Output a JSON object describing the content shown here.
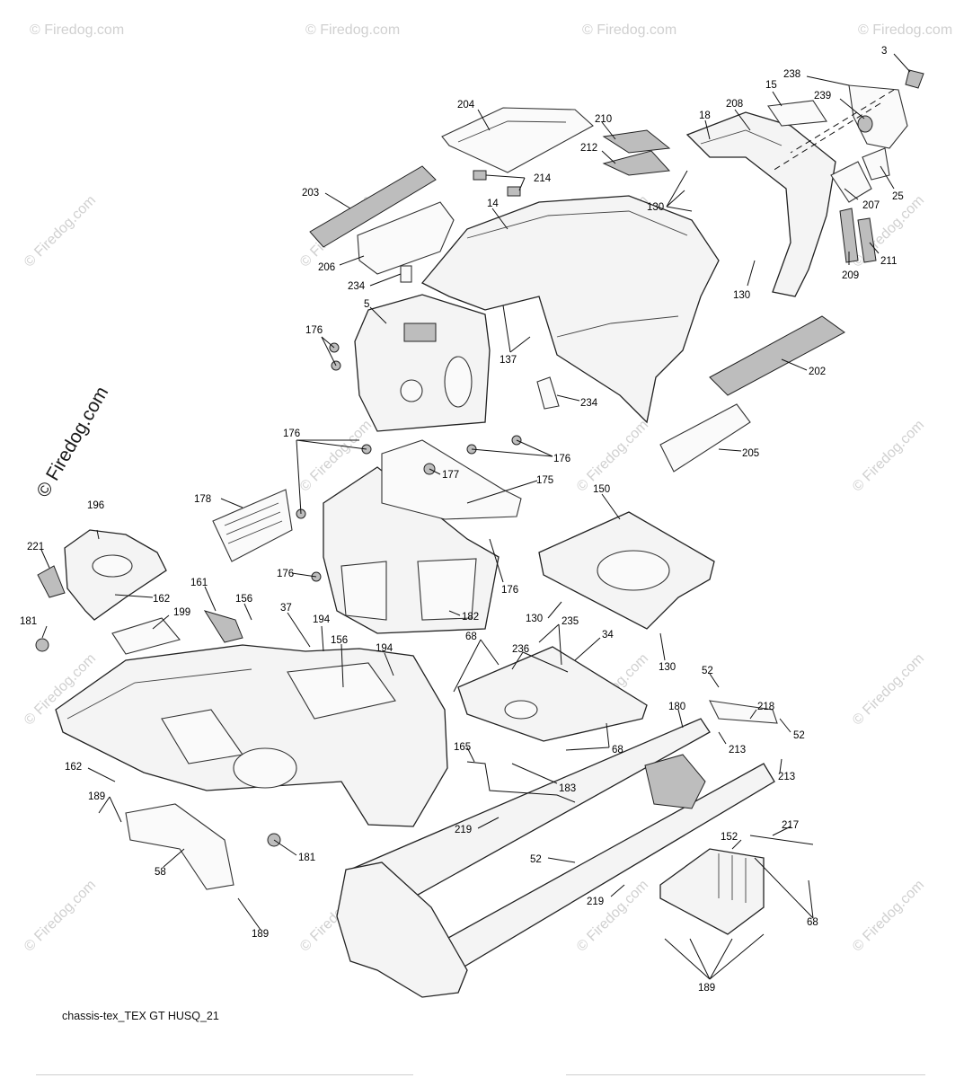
{
  "diagram": {
    "caption": "chassis-tex_TEX GT HUSQ_21",
    "watermark_main": "© Firedog.com",
    "watermark_repeat": "© Firedog.com",
    "callouts": [
      {
        "id": "c-3",
        "text": "3"
      },
      {
        "id": "c-238",
        "text": "238"
      },
      {
        "id": "c-239",
        "text": "239"
      },
      {
        "id": "c-15",
        "text": "15"
      },
      {
        "id": "c-208",
        "text": "208"
      },
      {
        "id": "c-18",
        "text": "18"
      },
      {
        "id": "c-204",
        "text": "204"
      },
      {
        "id": "c-210",
        "text": "210"
      },
      {
        "id": "c-212",
        "text": "212"
      },
      {
        "id": "c-214",
        "text": "214"
      },
      {
        "id": "c-203",
        "text": "203"
      },
      {
        "id": "c-14",
        "text": "14"
      },
      {
        "id": "c-130a",
        "text": "130"
      },
      {
        "id": "c-207",
        "text": "207"
      },
      {
        "id": "c-25",
        "text": "25"
      },
      {
        "id": "c-206",
        "text": "206"
      },
      {
        "id": "c-234a",
        "text": "234"
      },
      {
        "id": "c-5",
        "text": "5"
      },
      {
        "id": "c-130b",
        "text": "130"
      },
      {
        "id": "c-209",
        "text": "209"
      },
      {
        "id": "c-211",
        "text": "211"
      },
      {
        "id": "c-176a",
        "text": "176"
      },
      {
        "id": "c-137",
        "text": "137"
      },
      {
        "id": "c-202",
        "text": "202"
      },
      {
        "id": "c-234b",
        "text": "234"
      },
      {
        "id": "c-176b",
        "text": "176"
      },
      {
        "id": "c-176c",
        "text": "176"
      },
      {
        "id": "c-205",
        "text": "205"
      },
      {
        "id": "c-177",
        "text": "177"
      },
      {
        "id": "c-175",
        "text": "175"
      },
      {
        "id": "c-178",
        "text": "178"
      },
      {
        "id": "c-150",
        "text": "150"
      },
      {
        "id": "c-196",
        "text": "196"
      },
      {
        "id": "c-221",
        "text": "221"
      },
      {
        "id": "c-176d",
        "text": "176"
      },
      {
        "id": "c-176e",
        "text": "176"
      },
      {
        "id": "c-161",
        "text": "161"
      },
      {
        "id": "c-162a",
        "text": "162"
      },
      {
        "id": "c-156a",
        "text": "156"
      },
      {
        "id": "c-37",
        "text": "37"
      },
      {
        "id": "c-199",
        "text": "199"
      },
      {
        "id": "c-182",
        "text": "182"
      },
      {
        "id": "c-130c",
        "text": "130"
      },
      {
        "id": "c-235",
        "text": "235"
      },
      {
        "id": "c-181a",
        "text": "181"
      },
      {
        "id": "c-194a",
        "text": "194"
      },
      {
        "id": "c-156b",
        "text": "156"
      },
      {
        "id": "c-194b",
        "text": "194"
      },
      {
        "id": "c-68a",
        "text": "68"
      },
      {
        "id": "c-236",
        "text": "236"
      },
      {
        "id": "c-34",
        "text": "34"
      },
      {
        "id": "c-130d",
        "text": "130"
      },
      {
        "id": "c-52a",
        "text": "52"
      },
      {
        "id": "c-218",
        "text": "218"
      },
      {
        "id": "c-180",
        "text": "180"
      },
      {
        "id": "c-52b",
        "text": "52"
      },
      {
        "id": "c-68b",
        "text": "68"
      },
      {
        "id": "c-213a",
        "text": "213"
      },
      {
        "id": "c-165",
        "text": "165"
      },
      {
        "id": "c-162b",
        "text": "162"
      },
      {
        "id": "c-183",
        "text": "183"
      },
      {
        "id": "c-213b",
        "text": "213"
      },
      {
        "id": "c-189a",
        "text": "189"
      },
      {
        "id": "c-219a",
        "text": "219"
      },
      {
        "id": "c-217",
        "text": "217"
      },
      {
        "id": "c-152",
        "text": "152"
      },
      {
        "id": "c-58",
        "text": "58"
      },
      {
        "id": "c-181b",
        "text": "181"
      },
      {
        "id": "c-52c",
        "text": "52"
      },
      {
        "id": "c-219b",
        "text": "219"
      },
      {
        "id": "c-68c",
        "text": "68"
      },
      {
        "id": "c-189b",
        "text": "189"
      },
      {
        "id": "c-189c",
        "text": "189"
      }
    ]
  }
}
